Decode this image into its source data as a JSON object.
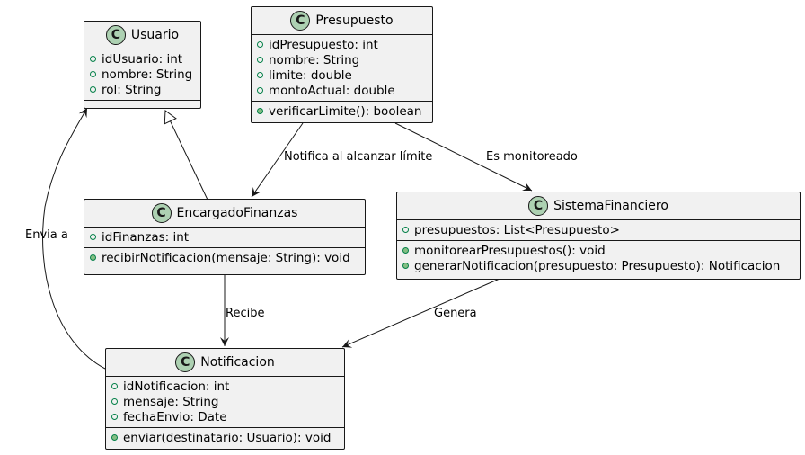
{
  "classes": {
    "usuario": {
      "name": "Usuario",
      "badge": "C",
      "attributes": [
        "idUsuario: int",
        "nombre: String",
        "rol: String"
      ],
      "methods": []
    },
    "presupuesto": {
      "name": "Presupuesto",
      "badge": "C",
      "attributes": [
        "idPresupuesto: int",
        "nombre: String",
        "limite: double",
        "montoActual: double"
      ],
      "methods": [
        "verificarLimite(): boolean"
      ]
    },
    "encargado": {
      "name": "EncargadoFinanzas",
      "badge": "C",
      "attributes": [
        "idFinanzas: int"
      ],
      "methods": [
        "recibirNotificacion(mensaje: String): void"
      ]
    },
    "sistema": {
      "name": "SistemaFinanciero",
      "badge": "C",
      "attributes": [
        "presupuestos: List<Presupuesto>"
      ],
      "methods": [
        "monitorearPresupuestos(): void",
        "generarNotificacion(presupuesto: Presupuesto): Notificacion"
      ]
    },
    "notificacion": {
      "name": "Notificacion",
      "badge": "C",
      "attributes": [
        "idNotificacion: int",
        "mensaje: String",
        "fechaEnvio: Date"
      ],
      "methods": [
        "enviar(destinatario: Usuario): void"
      ]
    }
  },
  "relations": {
    "notifica": "Notifica al alcanzar límite",
    "monitoreado": "Es monitoreado",
    "envia": "Envia a",
    "recibe": "Recibe",
    "genera": "Genera"
  },
  "colors": {
    "box_fill": "#f1f1f1",
    "border": "#181818",
    "badge_fill": "#add1b2",
    "visibility_stroke": "#038048",
    "method_fill": "#84be84"
  }
}
